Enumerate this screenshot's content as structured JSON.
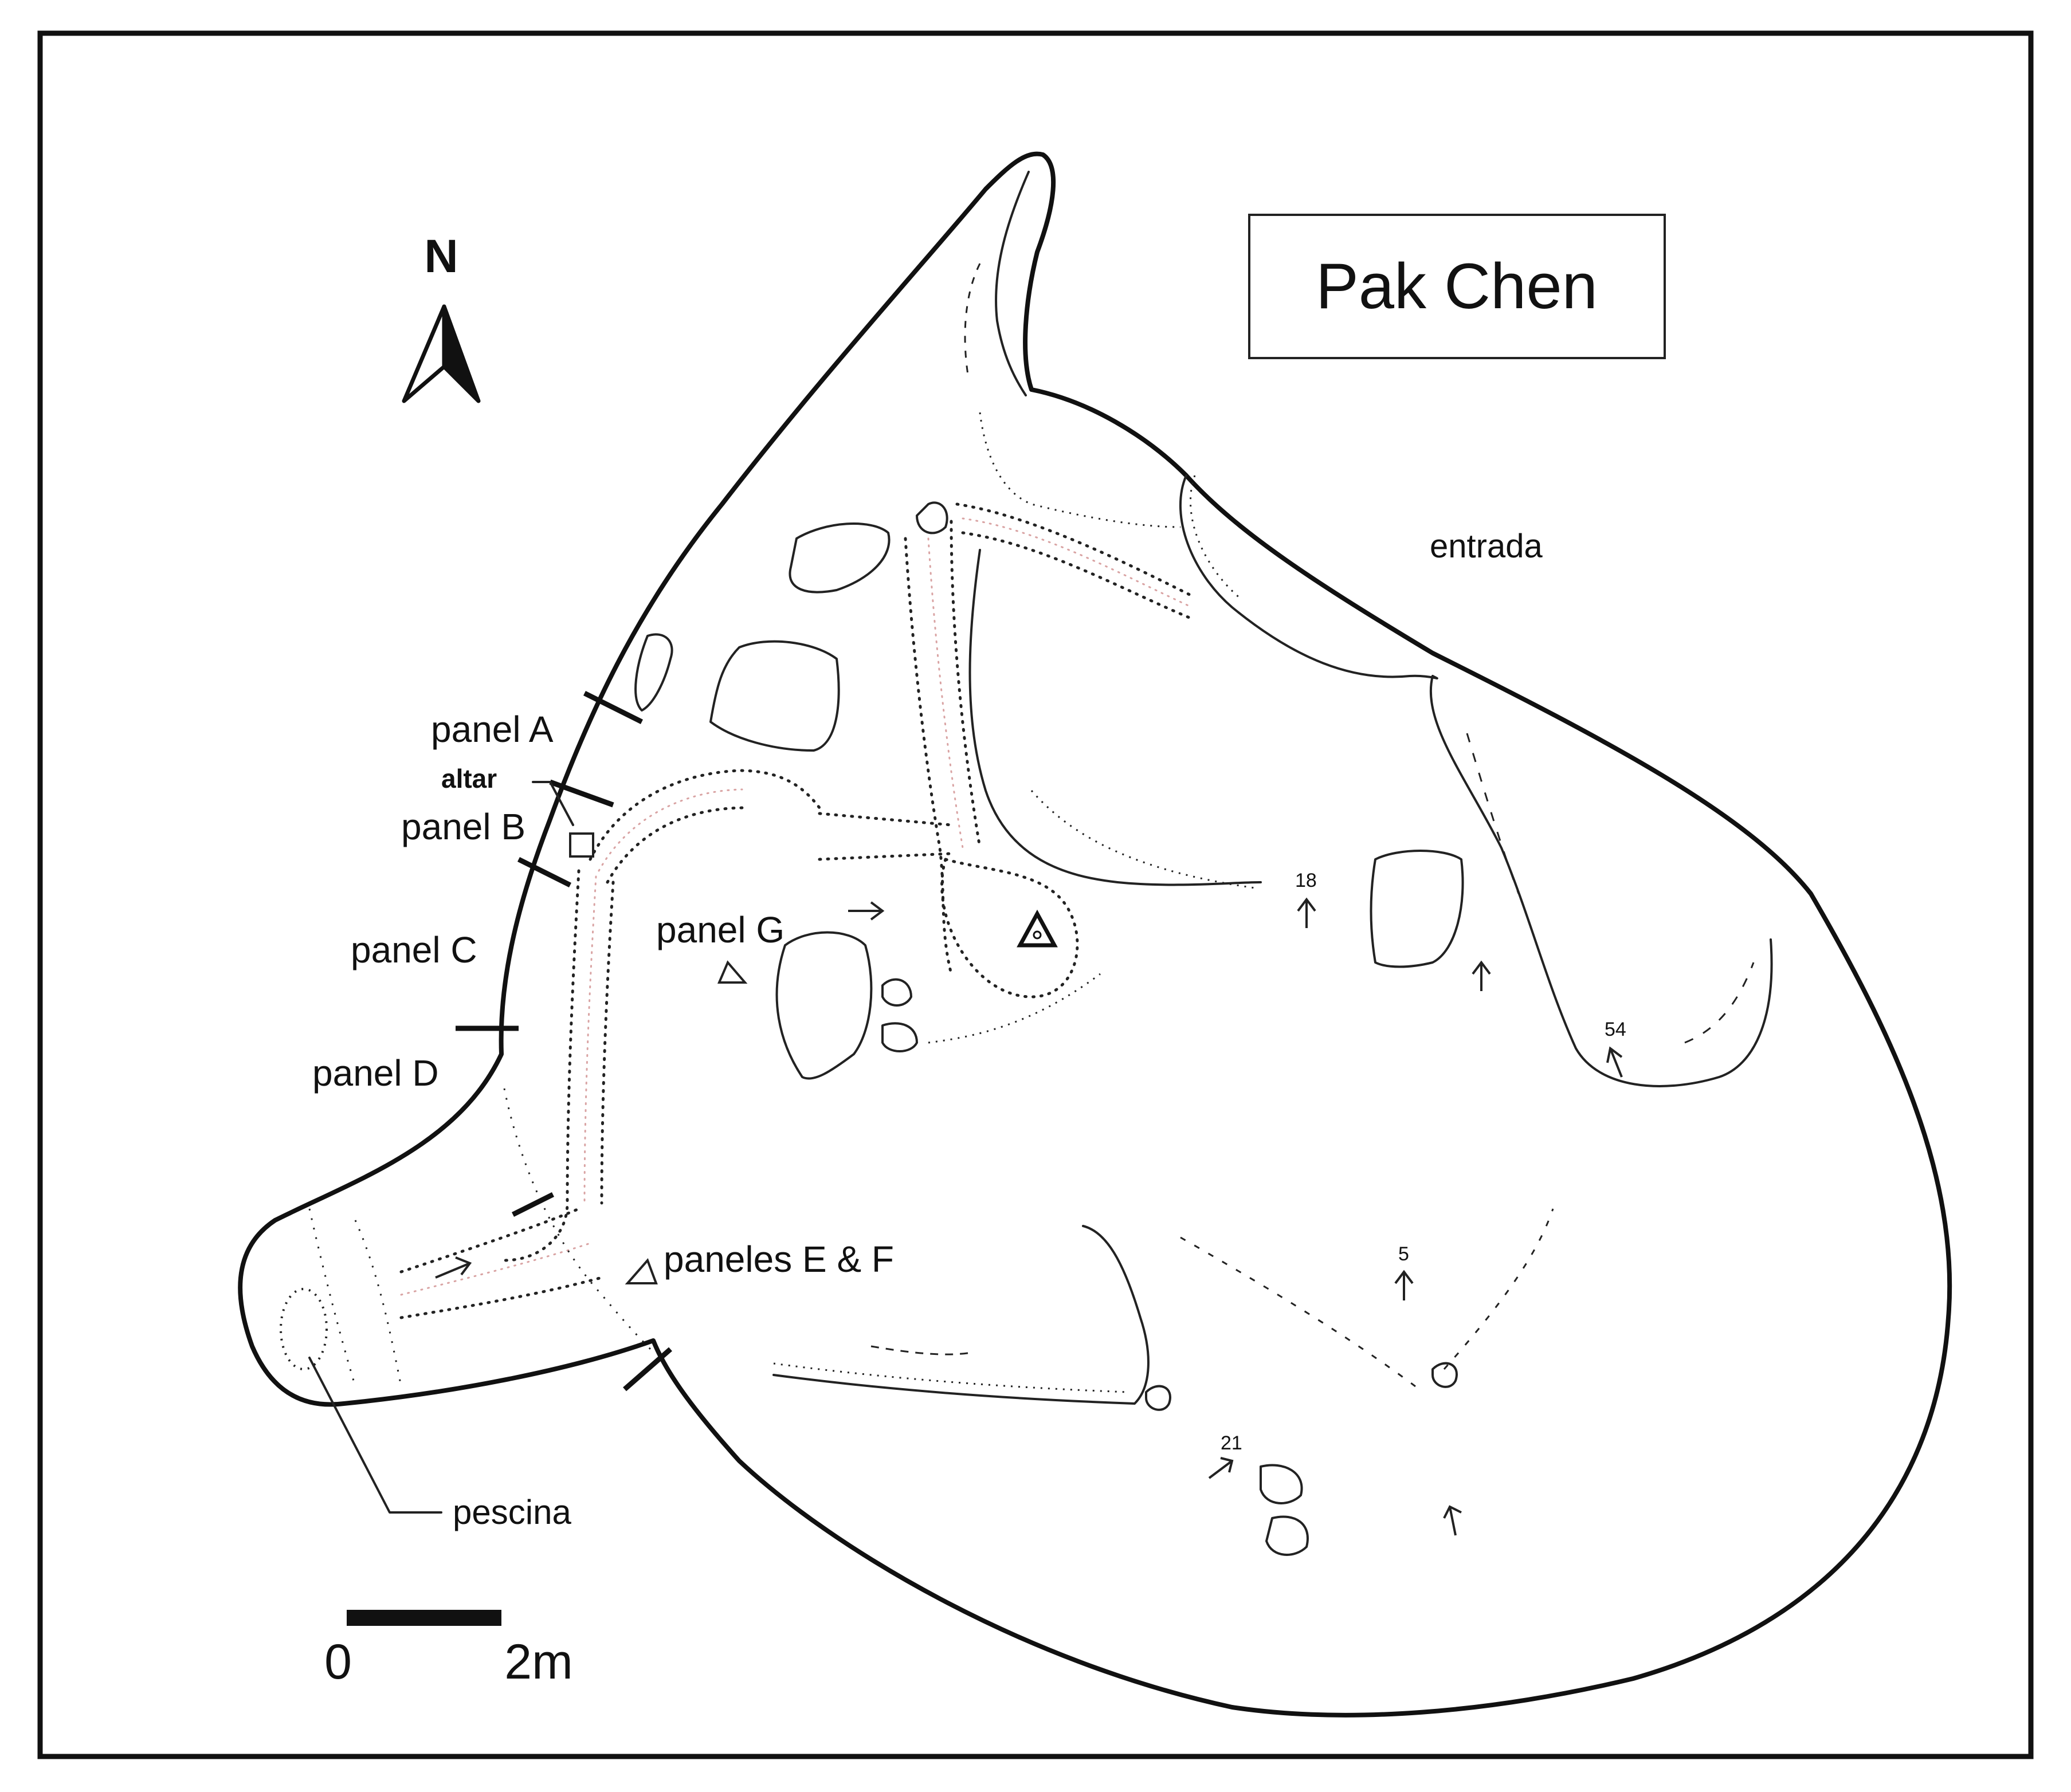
{
  "map": {
    "title": "Pak Chen",
    "north": "N",
    "labels": {
      "entrada": "entrada",
      "panel_a": "panel A",
      "altar": "altar",
      "panel_b": "panel B",
      "panel_c": "panel C",
      "panel_d": "panel D",
      "panel_g": "panel G",
      "paneles_ef": "paneles E & F",
      "pescina": "pescina"
    },
    "markers": [
      "18",
      "54",
      "5",
      "21"
    ],
    "scale": {
      "start": "0",
      "end": "2m"
    }
  }
}
